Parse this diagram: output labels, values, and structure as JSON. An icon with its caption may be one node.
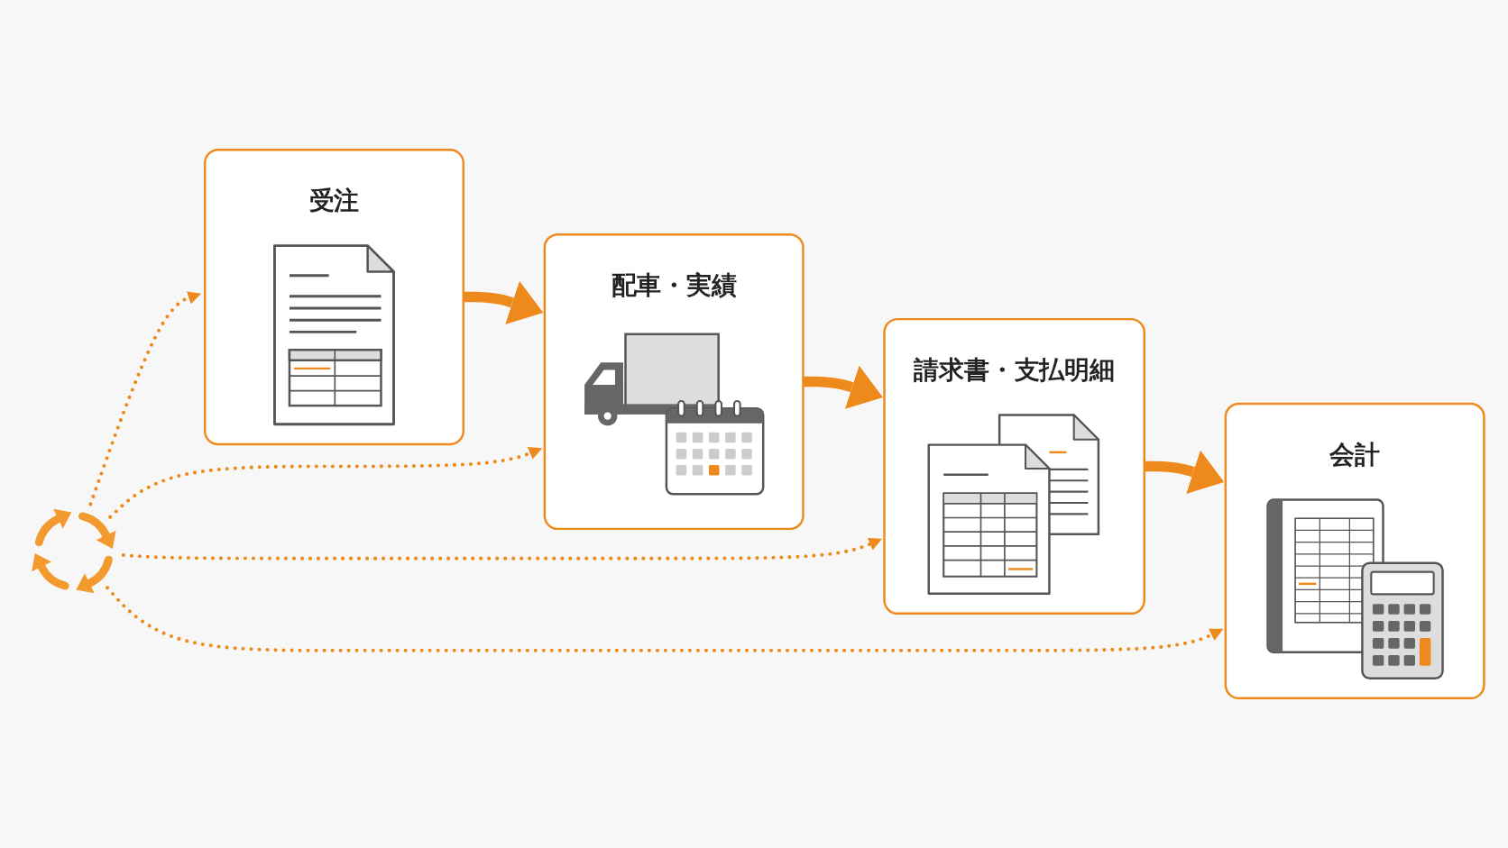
{
  "diagram": {
    "nodes": [
      {
        "text": [
          "受注"
        ]
      },
      {
        "text": [
          "配車・実績"
        ]
      },
      {
        "text": [
          "請求書・支払明細"
        ]
      },
      {
        "text": [
          "会計"
        ]
      },
      {
        "text": [],
        "shape": "picture"
      }
    ],
    "edges": [
      {
        "from": 0,
        "to": 1,
        "arrow": "to",
        "style": "thick"
      },
      {
        "from": 1,
        "to": 2,
        "arrow": "to",
        "style": "thick"
      },
      {
        "from": 2,
        "to": 3,
        "arrow": "to",
        "style": "thick"
      },
      {
        "from": 4,
        "to": 0,
        "arrow": "to",
        "style": "dashed"
      },
      {
        "from": 4,
        "to": 1,
        "arrow": "to",
        "style": "dashed"
      },
      {
        "from": 4,
        "to": 2,
        "arrow": "to",
        "style": "dashed"
      },
      {
        "from": 4,
        "to": 3,
        "arrow": "to",
        "style": "dashed"
      }
    ]
  }
}
